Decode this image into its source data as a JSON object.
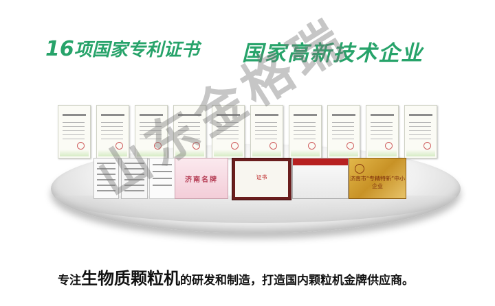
{
  "headline_left": {
    "number": "16",
    "text": "项国家专利证书"
  },
  "headline_right": "国家高新技术企业",
  "certificates": {
    "patent_count_shown": 10,
    "plaque_pink_text": "济南名牌",
    "plaque_white_text": "证书",
    "plaque_gold_text": "济南市“专精特新”中小企业"
  },
  "watermark": "山东金格瑞",
  "footer": {
    "prefix": "专注",
    "highlight": "生物质颗粒机",
    "suffix": "的研发和制造，打造国内颗粒机金牌供应商。"
  },
  "colors": {
    "headline": "#27a36a",
    "footer": "#111111"
  }
}
